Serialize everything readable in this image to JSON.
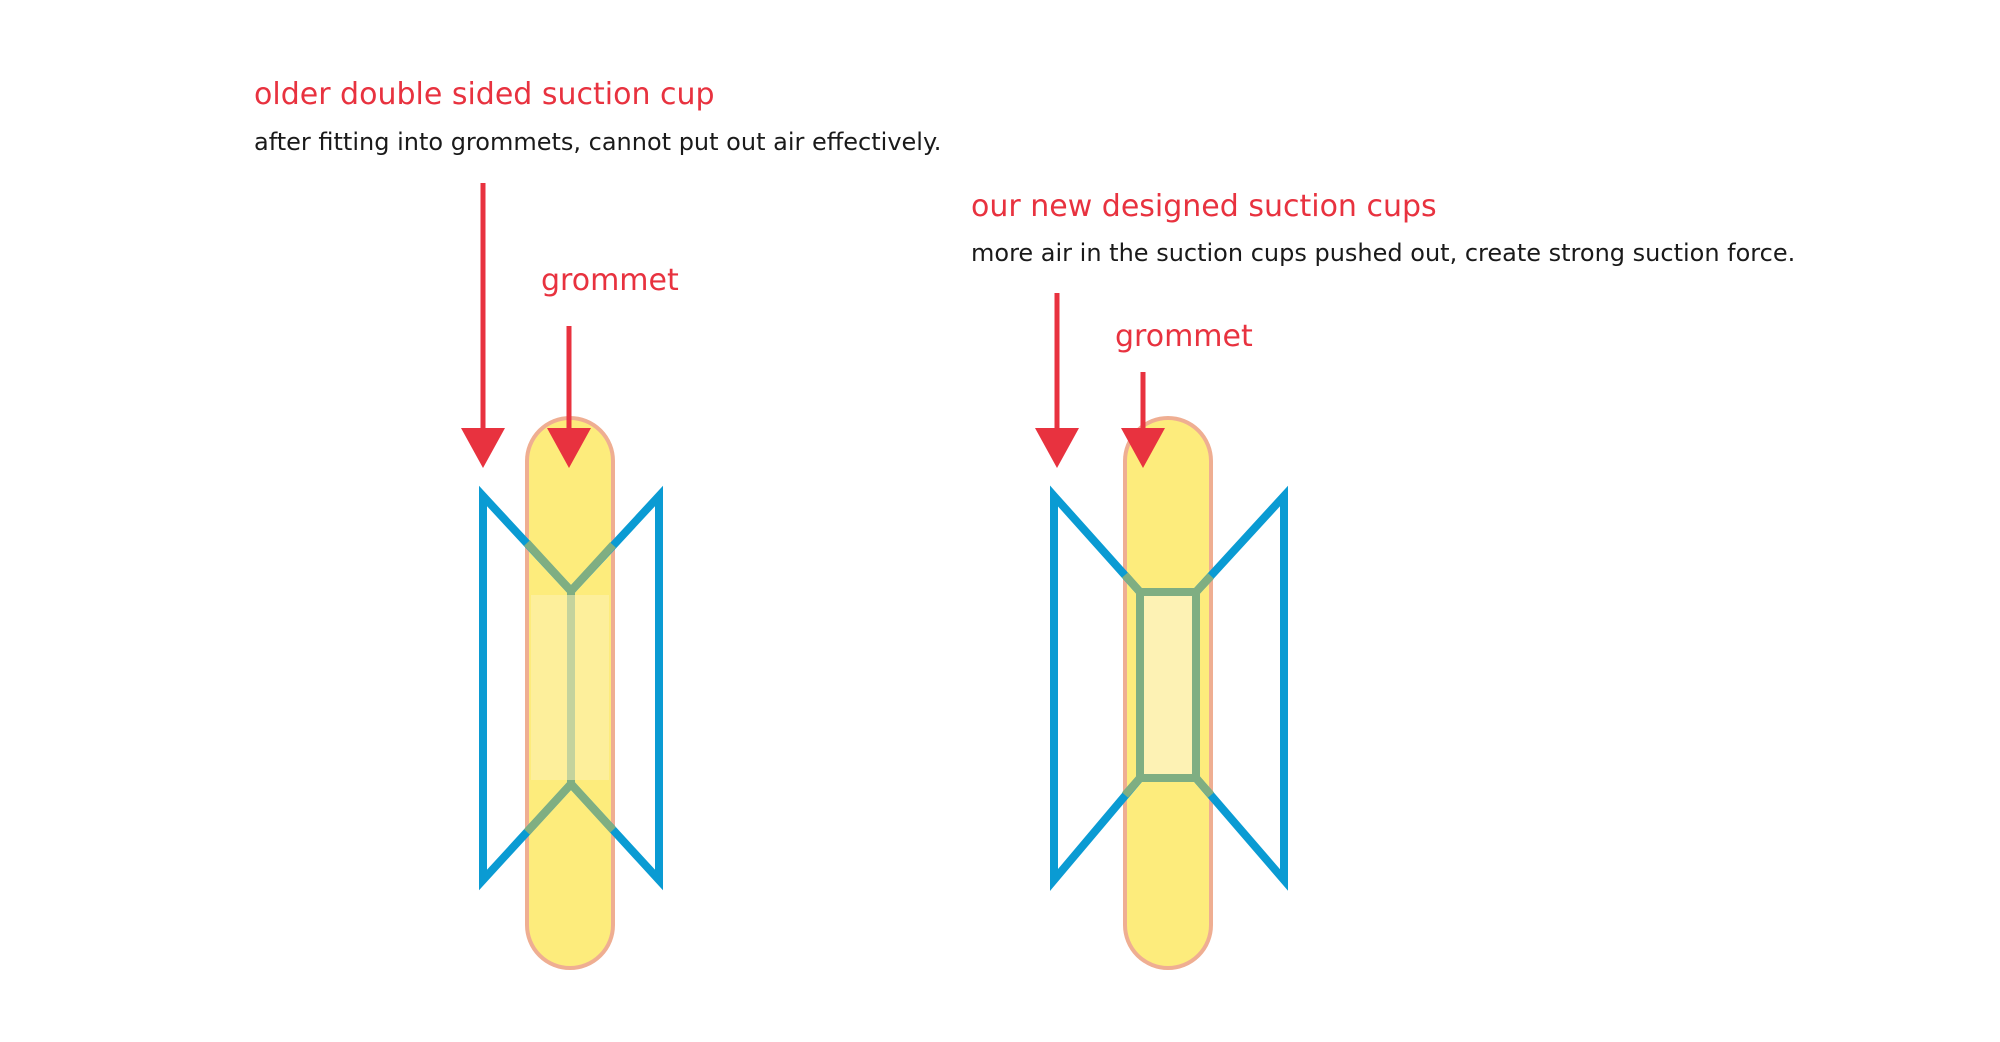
{
  "old_design": {
    "heading": "older double sided suction cup",
    "description": "after fitting into grommets, cannot put out air effectively.",
    "grommet_label": "grommet"
  },
  "new_design": {
    "heading": "our new designed suction cups",
    "description": "more air in the suction cups pushed out, create strong suction force.",
    "grommet_label": "grommet"
  },
  "colors": {
    "label_red": "#e8323f",
    "arrow_red": "#e8323f",
    "cup_blue": "#0a9bd3",
    "grommet_fill": "#fdec7c",
    "grommet_stroke": "#efae92",
    "overlap_green": "#7fae82",
    "text_dark": "#1a1a1a"
  }
}
